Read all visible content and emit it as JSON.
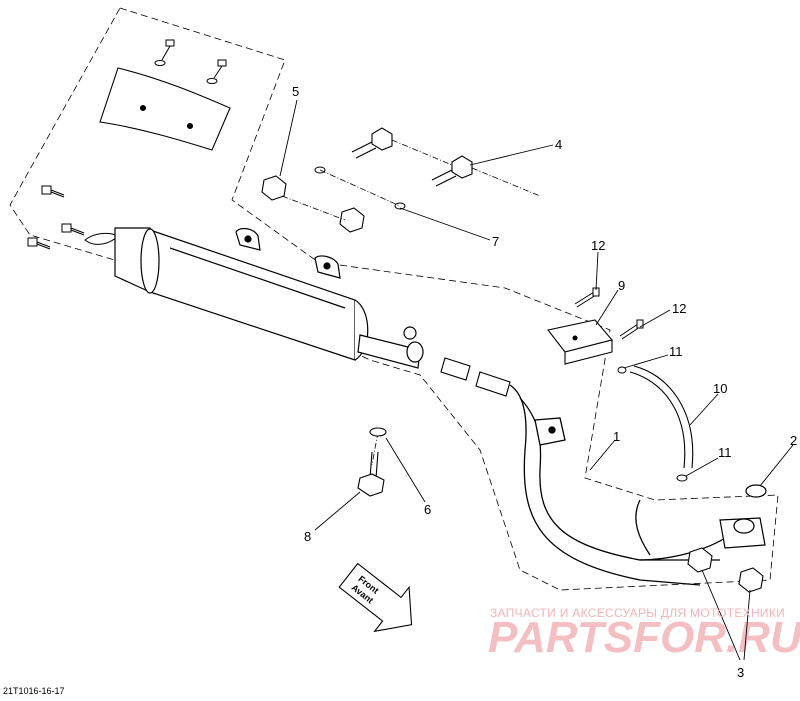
{
  "diagram": {
    "figure_code": "21T1016-16-17",
    "callouts": [
      "1",
      "2",
      "3",
      "4",
      "5",
      "6",
      "7",
      "8",
      "9",
      "10",
      "11",
      "12"
    ],
    "direction_arrow": {
      "line1": "Front",
      "line2": "Avant"
    },
    "watermark": {
      "subtitle": "ЗАПЧАСТИ И АКСЕССУАРЫ ДЛЯ МОТОТЕХНИКИ",
      "brand": "PARTSFOR.RU",
      "color": "#f1b4b8"
    }
  }
}
